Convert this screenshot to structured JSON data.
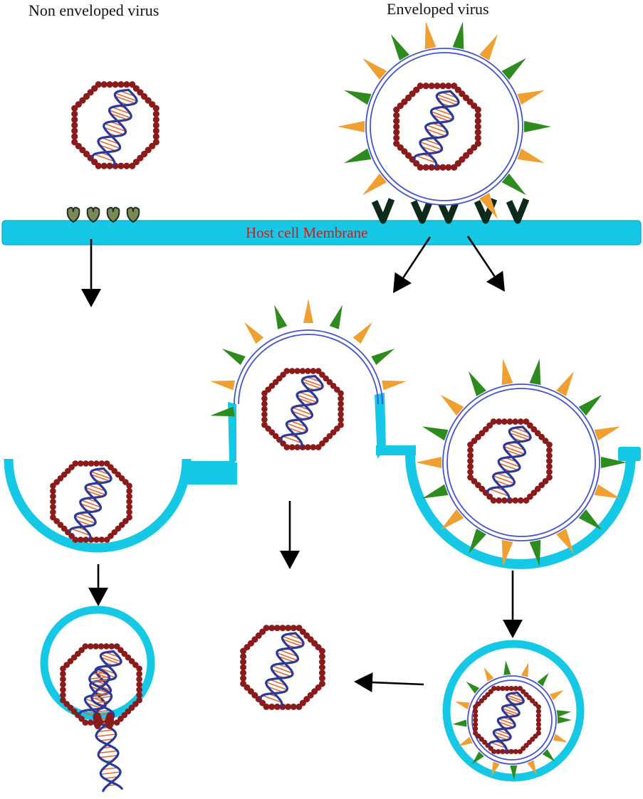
{
  "labels": {
    "non_enveloped": "Non enveloped virus",
    "enveloped": "Enveloped virus",
    "membrane": "Host cell Membrane"
  },
  "colors": {
    "membrane": "#14c8e6",
    "membrane_edge": "#0aa6c4",
    "membrane_text": "#c81e1e",
    "capsid": "#8b1a1a",
    "envelope": "#4455cc",
    "spike_green": "#2e8b1e",
    "spike_orange": "#f0a030",
    "receptor_dark": "#0e2a18",
    "receptor_olive": "#7a8a55",
    "dna_strand": "#2b3a9a",
    "dna_rung": "#e06a30",
    "arrow": "#000000"
  },
  "icons": {
    "capsid": "octagon-capsid-icon",
    "dna": "dna-helix-icon",
    "spike": "glycoprotein-spike-icon",
    "receptor": "receptor-icon",
    "arrow": "arrow-down-icon"
  }
}
